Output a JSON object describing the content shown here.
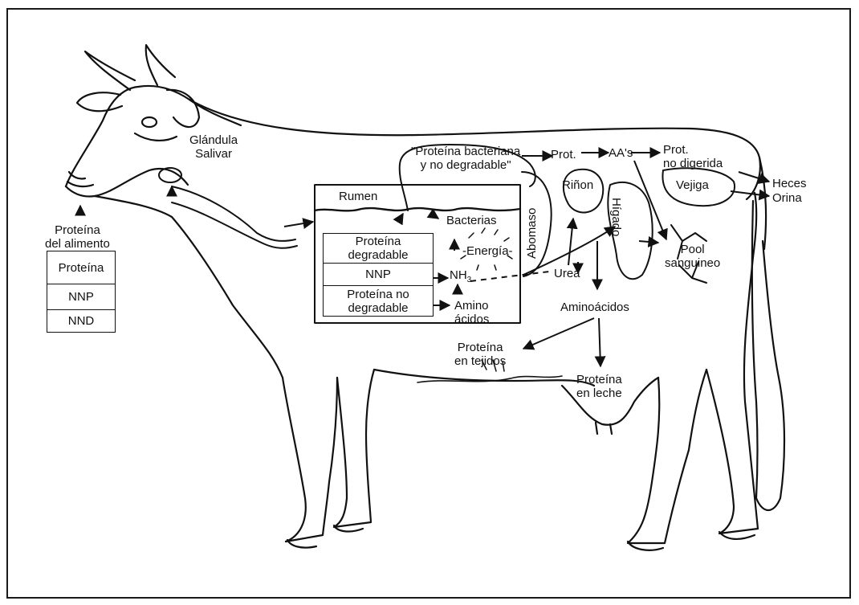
{
  "labels": {
    "glandula": "Glándula",
    "salivar": "Salivar",
    "proteina_del_alimento_1": "Proteína",
    "proteina_del_alimento_2": "del alimento",
    "prot_bact_1": "\"Proteína bacteriana",
    "prot_bact_2": "y no degradable\"",
    "prot": "Prot.",
    "aas": "AA's",
    "prot_no_digerida_1": "Prot.",
    "prot_no_digerida_2": "no digerida",
    "heces": "Heces",
    "orina": "Orina",
    "vejiga": "Vejiga",
    "rinon": "Riñon",
    "higado": "Hígado",
    "abomaso": "Abomaso",
    "rumen": "Rumen",
    "bacterias": "Bacterias",
    "energia": "Energía",
    "nh3_main": "NH",
    "nh3_sub": "3",
    "urea": "Urea",
    "amino_1": "Amino",
    "amino_2": "ácidos",
    "pool_1": "Pool",
    "pool_2": "sanguineo",
    "aminoacidos": "Aminoácidos",
    "prot_tejidos_1": "Proteína",
    "prot_tejidos_2": "en tejidos",
    "prot_leche_1": "Proteína",
    "prot_leche_2": "en leche"
  },
  "feed_boxes": [
    "Proteína",
    "NNP",
    "NND"
  ],
  "rumen_boxes": {
    "degradable": "Proteína degradable",
    "nnp": "NNP",
    "no_degradable": "Proteína no degradable"
  }
}
